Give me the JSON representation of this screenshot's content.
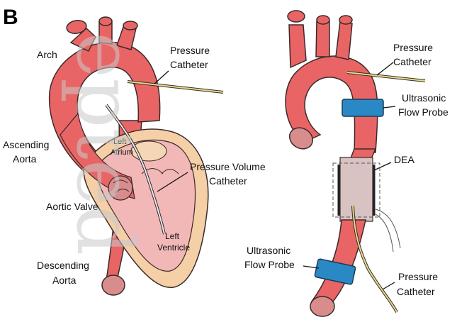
{
  "panel_label": "B",
  "watermark": "epted",
  "colors": {
    "aorta": "#e96565",
    "aorta_stroke": "#3a2a2a",
    "vessel_end": "#d98c8c",
    "heart_outer": "#f5cfa6",
    "heart_inner": "#f2b8b8",
    "atrium": "#f6d7b5",
    "flow_probe": "#2a89c4",
    "dea_chamber": "#d9c2c2",
    "catheter": "#e3dc8a"
  },
  "left_labels": {
    "arch": "Arch",
    "ascending": [
      "Ascending",
      "Aorta"
    ],
    "aortic_valve": "Aortic Valve",
    "descending": [
      "Descending",
      "Aorta"
    ],
    "left_atrium": [
      "Left",
      "Atrium"
    ],
    "left_ventricle": [
      "Left",
      "Ventricle"
    ],
    "pressure_catheter": [
      "Pressure",
      "Catheter"
    ],
    "pv_catheter": [
      "Pressure Volume",
      "Catheter"
    ]
  },
  "right_labels": {
    "pressure_catheter_top": [
      "Pressure",
      "Catheter"
    ],
    "flow_probe_top": [
      "Ultrasonic",
      "Flow Probe"
    ],
    "dea": "DEA",
    "flow_probe_bottom": [
      "Ultrasonic",
      "Flow Probe"
    ],
    "pressure_catheter_bottom": [
      "Pressure",
      "Catheter"
    ]
  }
}
